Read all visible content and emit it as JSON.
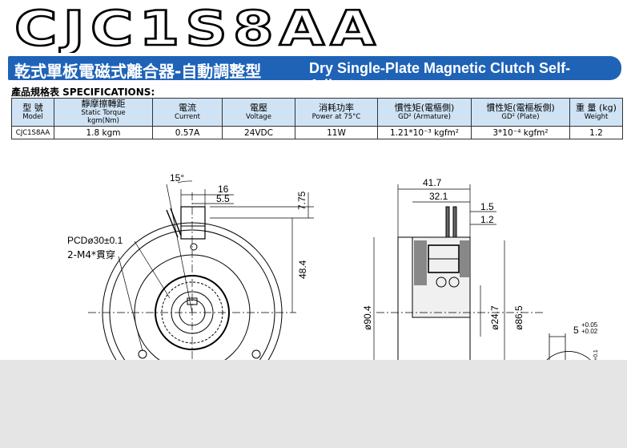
{
  "title": "CJC1S8AA",
  "banner": {
    "jp": "乾式單板電磁式離合器-自動調整型",
    "en": "Dry Single-Plate Magnetic Clutch Self-Adjustment"
  },
  "spec_heading": "產品規格表 SPECIFICATIONS:",
  "table": {
    "headers": [
      {
        "jp": "型 號",
        "en": "Model"
      },
      {
        "jp": "靜摩擦轉距",
        "en": "Static Torque",
        "en2": "kgm(Nm)"
      },
      {
        "jp": "電流",
        "en": "Current"
      },
      {
        "jp": "電壓",
        "en": "Voltage"
      },
      {
        "jp": "消耗功率",
        "en": "Power at 75°C"
      },
      {
        "jp": "慣性矩(電樞側)",
        "en": "GD² (Armature)"
      },
      {
        "jp": "慣性矩(電樞板側)",
        "en": "GD² (Plate)"
      },
      {
        "jp": "重 量 (kg)",
        "en": "Weight"
      }
    ],
    "row": [
      "CJC1S8AA",
      "1.8 kgm",
      "0.57A",
      "24VDC",
      "11W",
      "1.21*10⁻³ kgfm²",
      "3*10⁻⁴ kgfm²",
      "1.2"
    ]
  },
  "drawing": {
    "angle": "15°",
    "dim_16": "16",
    "dim_5_5": "5.5",
    "dim_7_75": "7.75",
    "dim_48_4": "48.4",
    "pcd": "PCDø30±0.1",
    "m4": "2-M4*貫穿",
    "dim_41_7": "41.7",
    "dim_32_1": "32.1",
    "dim_1_5": "1.5",
    "dim_1_2": "1.2",
    "dim_d90_4": "ø90.4",
    "dim_d24_7": "ø24.7",
    "dim_d86_5": "ø86.5",
    "dim_5_tol": "5",
    "tol_upper": "+0.05",
    "tol_lower": "+0.02",
    "cut_text": "+0.1"
  }
}
